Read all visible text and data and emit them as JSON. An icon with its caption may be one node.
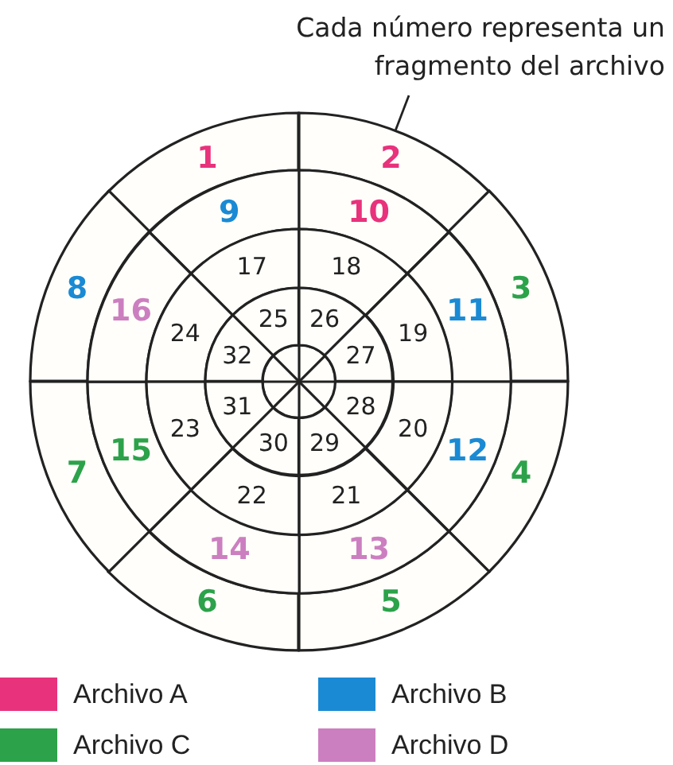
{
  "diagram": {
    "nodes": [
      {
        "text": [
          "Cada número representa un fragmento del archivo"
        ]
      },
      {
        "text": [
          "1"
        ]
      },
      {
        "text": [
          "2"
        ]
      },
      {
        "text": [
          "3"
        ]
      },
      {
        "text": [
          "4"
        ]
      },
      {
        "text": [
          "5"
        ]
      },
      {
        "text": [
          "6"
        ]
      },
      {
        "text": [
          "7"
        ]
      },
      {
        "text": [
          "8"
        ]
      },
      {
        "text": [
          "9"
        ]
      },
      {
        "text": [
          "10"
        ]
      },
      {
        "text": [
          "11"
        ]
      },
      {
        "text": [
          "12"
        ]
      },
      {
        "text": [
          "13"
        ]
      },
      {
        "text": [
          "14"
        ]
      },
      {
        "text": [
          "15"
        ]
      },
      {
        "text": [
          "16"
        ]
      },
      {
        "text": [
          "17"
        ]
      },
      {
        "text": [
          "18"
        ]
      },
      {
        "text": [
          "19"
        ]
      },
      {
        "text": [
          "20"
        ]
      },
      {
        "text": [
          "21"
        ]
      },
      {
        "text": [
          "22"
        ]
      },
      {
        "text": [
          "23"
        ]
      },
      {
        "text": [
          "24"
        ]
      },
      {
        "text": [
          "25"
        ]
      },
      {
        "text": [
          "26"
        ]
      },
      {
        "text": [
          "27"
        ]
      },
      {
        "text": [
          "28"
        ]
      },
      {
        "text": [
          "29"
        ]
      },
      {
        "text": [
          "30"
        ]
      },
      {
        "text": [
          "31"
        ]
      },
      {
        "text": [
          "32"
        ]
      }
    ],
    "edges": [
      {
        "from": 0,
        "to": 2,
        "arrow": "none"
      }
    ],
    "legend": [
      {
        "text": "Archivo A",
        "color": "#e8327c"
      },
      {
        "text": "Archivo B",
        "color": "#1a8ad4"
      },
      {
        "text": "Archivo C",
        "color": "#2ca24a"
      },
      {
        "text": "Archivo D",
        "color": "#cc7fc0"
      }
    ]
  }
}
